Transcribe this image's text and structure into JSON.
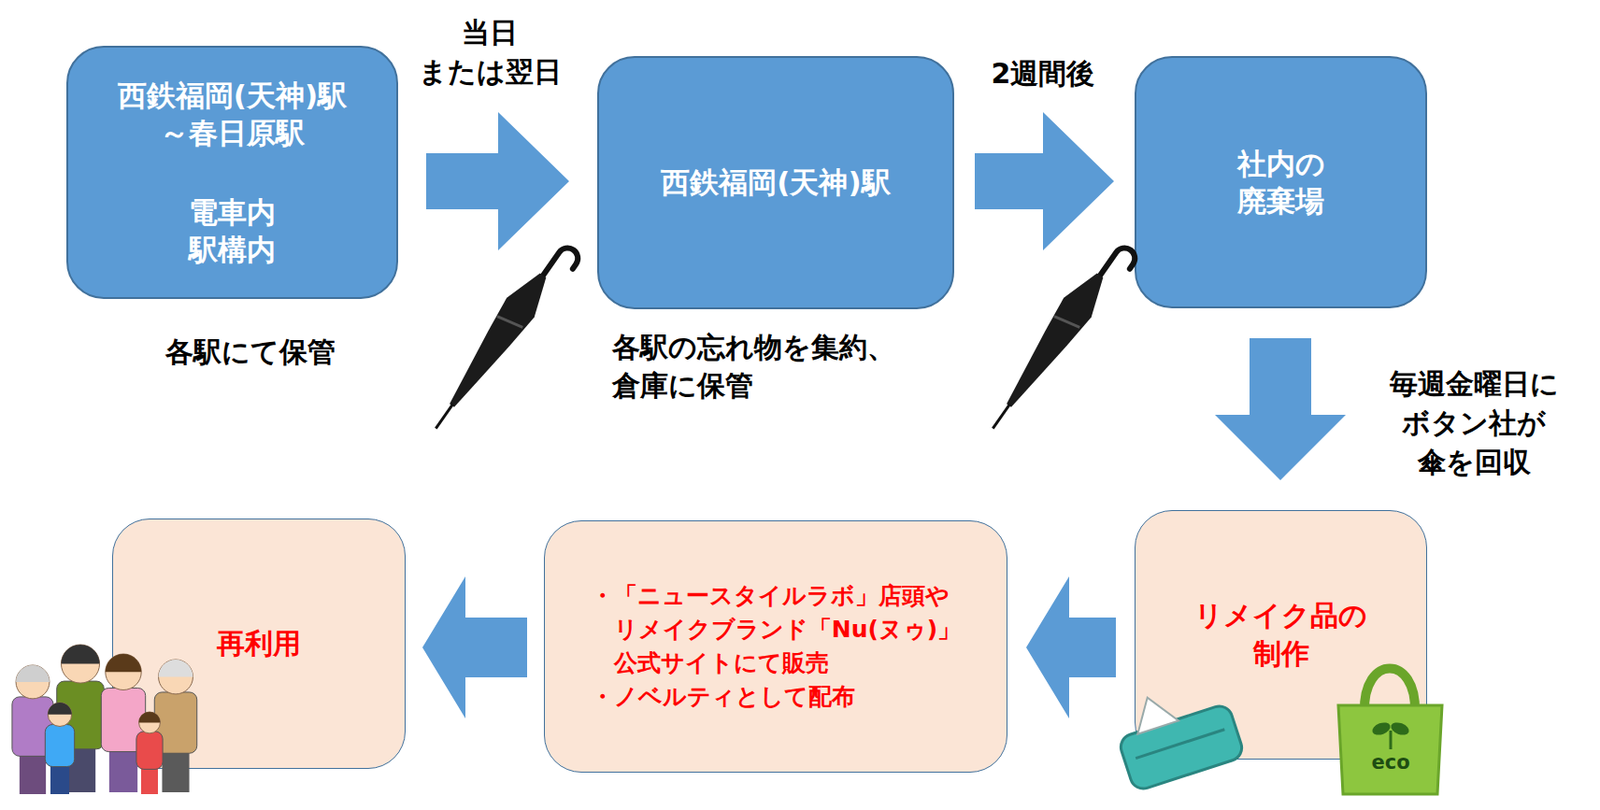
{
  "diagram": {
    "nodes": [
      {
        "text": [
          "西鉄福岡(天神)駅 ～春日原駅",
          "電車内 駅構内",
          "各駅にて保管"
        ]
      },
      {
        "text": [
          "西鉄福岡(天神)駅",
          "各駅の忘れ物を集約、 倉庫に保管"
        ]
      },
      {
        "text": [
          "社内の 廃棄場"
        ]
      },
      {
        "text": [
          "リメイク品の 制作"
        ]
      },
      {
        "text": [
          "・「ニュースタイルラボ」店頭や リメイクブランド「Nu(ヌゥ)」 公式サイトにて販売",
          "・ノベルティとして配布"
        ]
      },
      {
        "text": [
          "再利用"
        ]
      }
    ],
    "edges": [
      {
        "from": 0,
        "to": 1,
        "arrow": "to",
        "label": "当日 または翌日"
      },
      {
        "from": 1,
        "to": 2,
        "arrow": "to",
        "label": "2週間後"
      },
      {
        "from": 2,
        "to": 3,
        "arrow": "to",
        "label": "毎週金曜日に ボタン社が 傘を回収"
      },
      {
        "from": 3,
        "to": 4,
        "arrow": "to"
      },
      {
        "from": 4,
        "to": 5,
        "arrow": "to"
      }
    ],
    "labels": [
      "eco"
    ]
  }
}
